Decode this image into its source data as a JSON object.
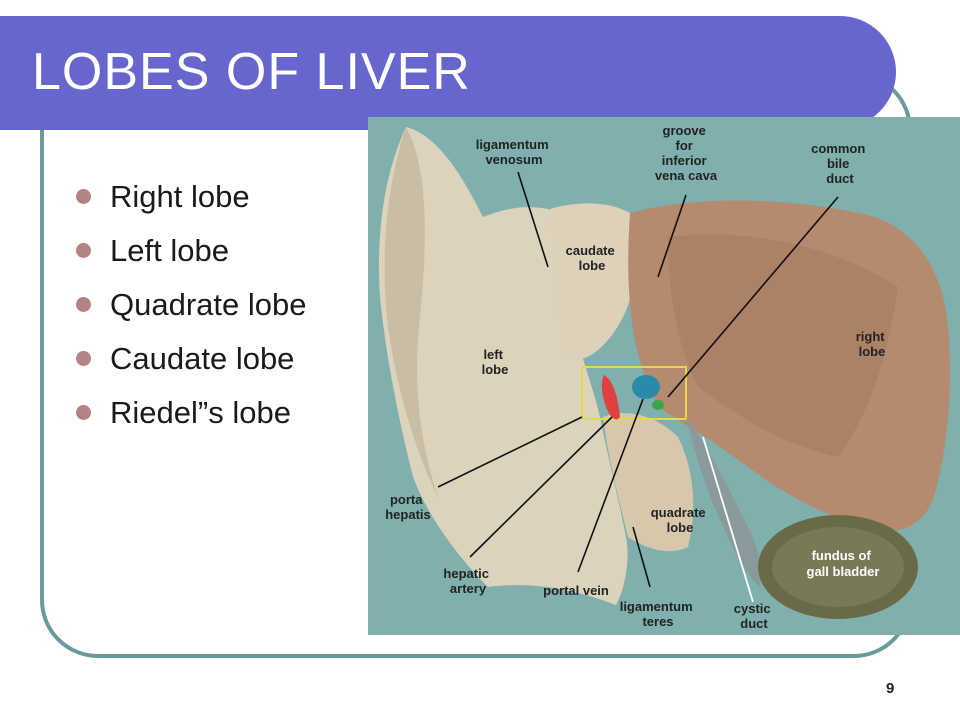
{
  "slide": {
    "title": "LOBES OF LIVER",
    "page_number": "9"
  },
  "bullets": [
    "Right lobe",
    "Left lobe",
    "Quadrate lobe",
    "Caudate lobe",
    "Riedel”s lobe"
  ],
  "figure": {
    "labels": {
      "ligamentum_venosum": [
        "ligamentum",
        "venosum"
      ],
      "groove": [
        "groove",
        "for",
        "inferior",
        "vena cava"
      ],
      "common_bile_duct": [
        "common",
        "bile",
        "duct"
      ],
      "caudate_lobe": [
        "caudate",
        "lobe"
      ],
      "left_lobe": [
        "left",
        "lobe"
      ],
      "right_lobe": [
        "right",
        "lobe"
      ],
      "porta_hepatis": [
        "porta",
        "hepatis"
      ],
      "quadrate_lobe": [
        "quadrate",
        "lobe"
      ],
      "hepatic_artery": [
        "hepatic",
        "artery"
      ],
      "portal_vein": [
        "portal vein"
      ],
      "ligamentum_teres": [
        "ligamentum",
        "teres"
      ],
      "cystic_duct": [
        "cystic",
        "duct"
      ],
      "fundus_of_gall_bladder": [
        "fundus of",
        "gall bladder"
      ]
    }
  },
  "colors": {
    "title_bar": "#6666cc",
    "frame": "#6a9b9b",
    "bullet": "#b48484",
    "figure_background": "#7fb0ad"
  }
}
